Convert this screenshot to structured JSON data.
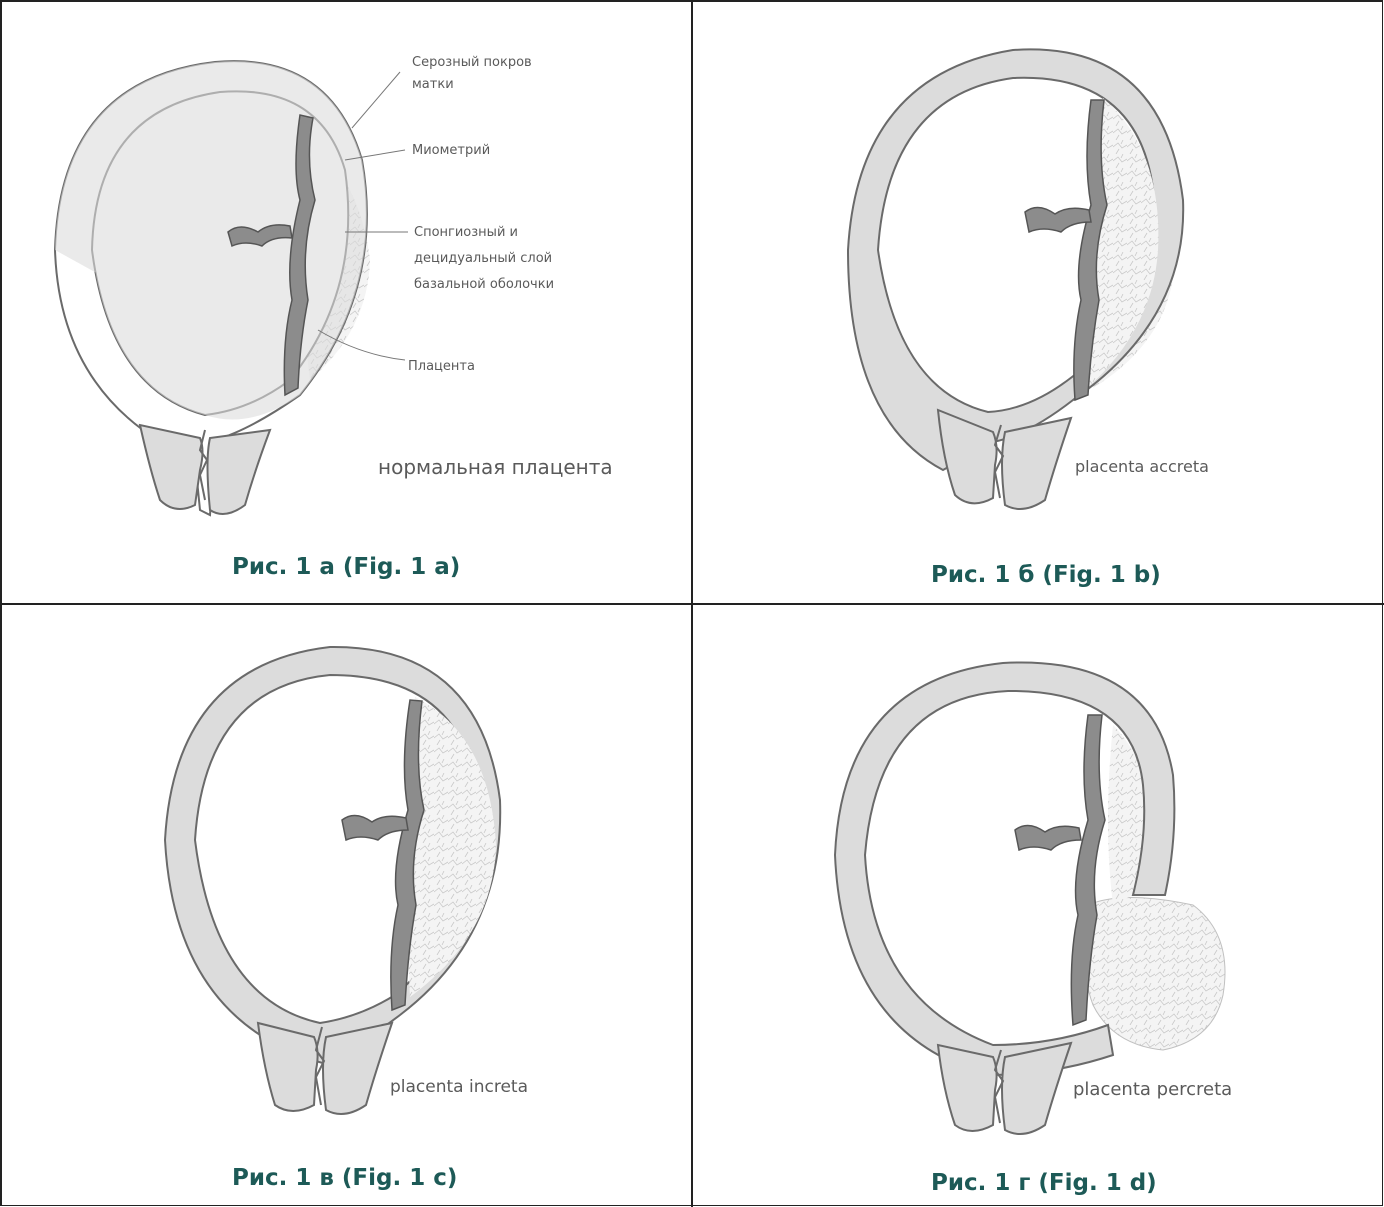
{
  "panels": [
    {
      "caption": "Рис. 1 а (Fig. 1 a)",
      "title": "нормальная плацента",
      "labels": [
        "Серозный покров",
        "матки",
        "Миометрий",
        "Спонгиозный и",
        "децидуальный слой",
        "базальной оболочки",
        "Плацента"
      ]
    },
    {
      "caption": "Рис. 1 б (Fig. 1 b)",
      "title": "placenta accreta"
    },
    {
      "caption": "Рис. 1 в (Fig. 1 c)",
      "title": "placenta increta"
    },
    {
      "caption": "Рис. 1 г (Fig. 1 d)",
      "title": "placenta percreta"
    }
  ],
  "colors": {
    "uterus_wall_fill": "#dcdcdc",
    "uterus_wall_stroke": "#6a6a6a",
    "decidua_fill": "#8c8c8c",
    "placenta_fill": "#f2f2f2",
    "caption": "#1d5a57"
  }
}
